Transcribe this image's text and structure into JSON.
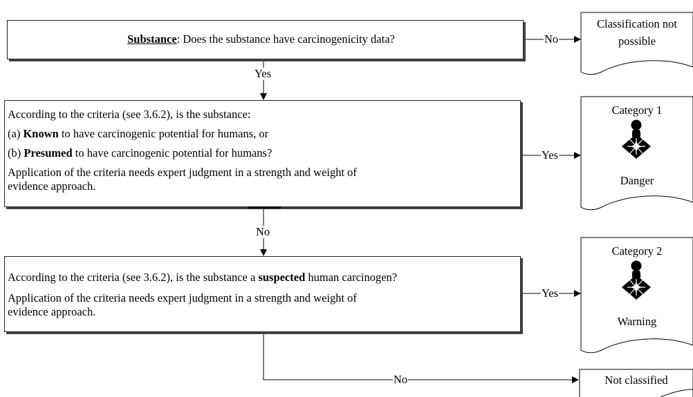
{
  "box1": {
    "keyword": "Substance",
    "text": ": Does the substance have carcinogenicity data?"
  },
  "box2": {
    "intro": "According to the criteria (see 3.6.2), is the substance:",
    "opt_a_prefix": "(a) ",
    "opt_a_kw": "Known",
    "opt_a_rest": " to have carcinogenic potential for humans, or",
    "opt_b_prefix": "(b) ",
    "opt_b_kw": "Presumed",
    "opt_b_rest": " to have carcinogenic potential for humans?",
    "note_line1": "Application of the criteria needs expert judgment in a strength and weight of",
    "note_line2": "evidence approach."
  },
  "box3": {
    "q_prefix": "According to the criteria (see 3.6.2), is the substance a ",
    "q_kw": "suspected",
    "q_rest": " human carcinogen?",
    "note_line1": "Application of the criteria needs expert judgment in a strength and weight of",
    "note_line2": "evidence approach."
  },
  "outcomes": {
    "not_possible_line1": "Classification not",
    "not_possible_line2": "possible",
    "cat1_title": "Category 1",
    "cat1_signal": "Danger",
    "cat2_title": "Category 2",
    "cat2_signal": "Warning",
    "not_classified": "Not classified"
  },
  "labels": {
    "no_1": "No",
    "yes_1": "Yes",
    "yes_2": "Yes",
    "no_2": "No",
    "yes_3": "Yes",
    "no_3": "No"
  },
  "icons": {
    "cat1": "health-hazard-pictogram-icon",
    "cat2": "health-hazard-pictogram-icon"
  }
}
